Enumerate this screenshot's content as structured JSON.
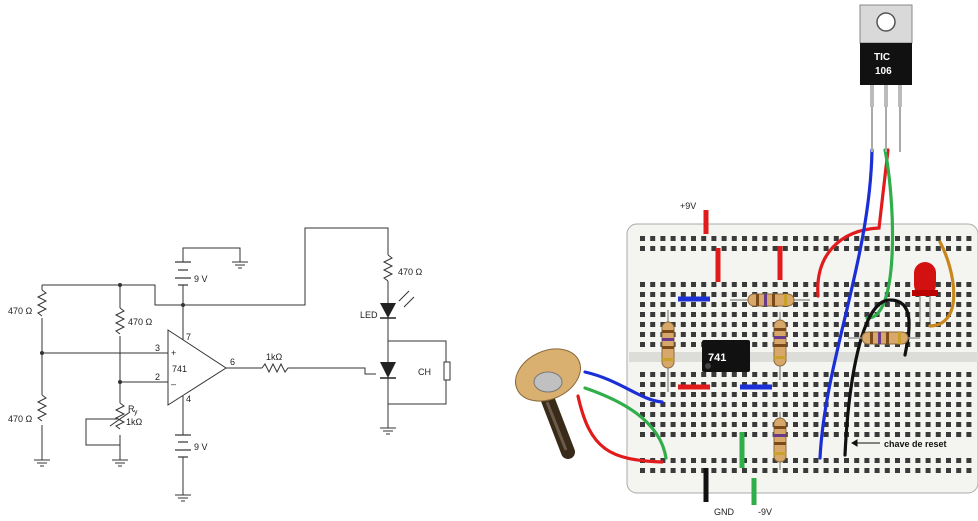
{
  "schematic": {
    "battery_top": "9 V",
    "battery_bottom": "9 V",
    "r_left_top": "470 Ω",
    "r_left_bottom": "470 Ω",
    "r_mid": "470 Ω",
    "r_right": "470 Ω",
    "r_series": "1kΩ",
    "pot_label": "R",
    "pot_sub": "y",
    "pot_value": "1kΩ",
    "opamp": "741",
    "pin_plus": "+",
    "pin_minus": "–",
    "pin3": "3",
    "pin2": "2",
    "pin7": "7",
    "pin4": "4",
    "pin6": "6",
    "led": "LED",
    "switch": "CH"
  },
  "breadboard": {
    "plus9v": "+9V",
    "minus9v": "-9V",
    "gnd": "GND",
    "ic": "741",
    "scr_line1": "TIC",
    "scr_line2": "106",
    "reset": "chave de reset"
  },
  "colors": {
    "red": "#e11b1b",
    "blue": "#1b2fd6",
    "green": "#2fae4a",
    "black": "#111111",
    "orange": "#c9861d",
    "board": "#f4f4f1"
  }
}
